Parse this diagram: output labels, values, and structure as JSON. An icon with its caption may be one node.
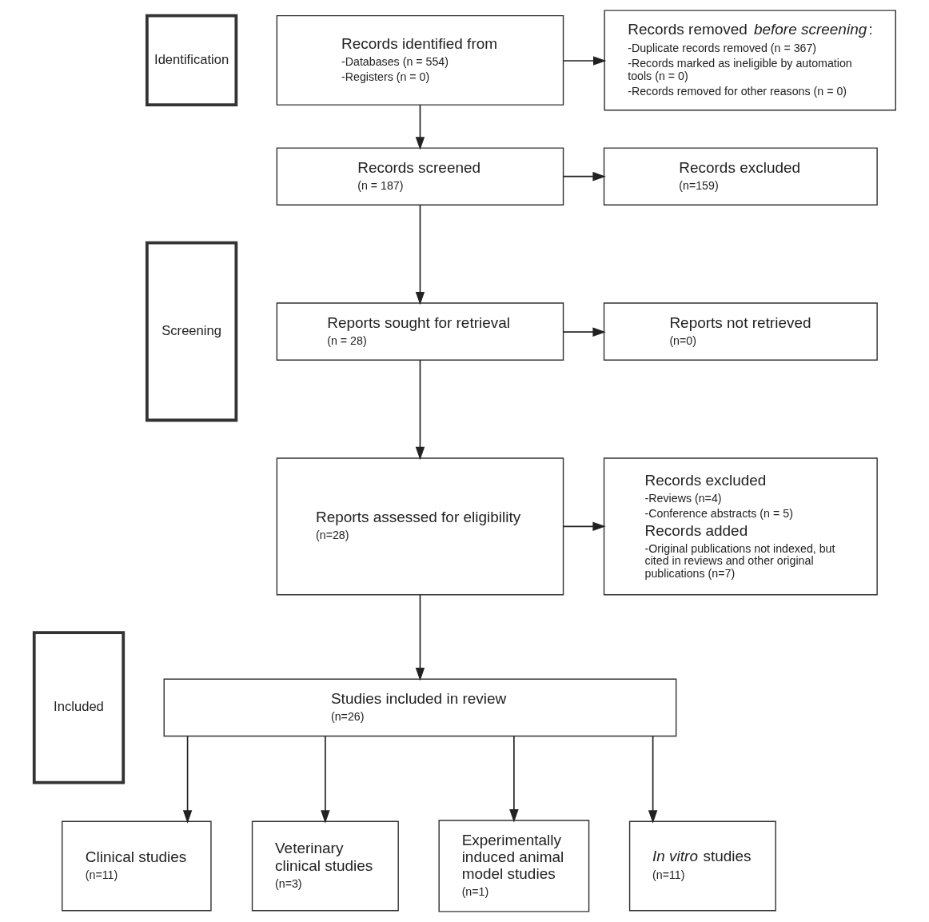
{
  "diagram": {
    "nodes": [
      {
        "text": [
          "Identification"
        ]
      },
      {
        "text": [
          "Records identified from",
          "-Databases (n = 554)",
          "-Registers (n = 0)"
        ]
      },
      {
        "text": [
          "Records removed *before screening*:",
          "-Duplicate records removed (n = 367)",
          "-Records marked as ineligible by automation tools (n = 0)",
          "-Records removed for other reasons (n = 0)"
        ]
      },
      {
        "text": [
          "Screening"
        ]
      },
      {
        "text": [
          "Records screened",
          "(n = 187)"
        ]
      },
      {
        "text": [
          "Records excluded",
          "(n=159)"
        ]
      },
      {
        "text": [
          "Reports sought for retrieval",
          "(n = 28)"
        ]
      },
      {
        "text": [
          "Reports not retrieved",
          "(n=0)"
        ]
      },
      {
        "text": [
          "Reports assessed for eligibility",
          "(n=28)"
        ]
      },
      {
        "text": [
          "Records excluded",
          "-Reviews (n=4)",
          "-Conference abstracts (n = 5)",
          "Records added",
          "-Original publications not indexed, but cited in reviews and other original publications (n=7)"
        ]
      },
      {
        "text": [
          "Included"
        ]
      },
      {
        "text": [
          "Studies included in review",
          "(n=26)"
        ]
      },
      {
        "text": [
          "Clinical studies",
          "(n=11)"
        ]
      },
      {
        "text": [
          "Veterinary clinical studies",
          "(n=3)"
        ]
      },
      {
        "text": [
          "Experimentally induced animal model studies",
          "(n=1)"
        ]
      },
      {
        "text": [
          "*In vitro* studies",
          "(n=11)"
        ]
      }
    ],
    "edges": [
      {
        "from": 1,
        "to": 2,
        "arrow": "to"
      },
      {
        "from": 1,
        "to": 4,
        "arrow": "to"
      },
      {
        "from": 4,
        "to": 5,
        "arrow": "to"
      },
      {
        "from": 4,
        "to": 6,
        "arrow": "to"
      },
      {
        "from": 6,
        "to": 7,
        "arrow": "to"
      },
      {
        "from": 6,
        "to": 8,
        "arrow": "to"
      },
      {
        "from": 8,
        "to": 9,
        "arrow": "to"
      },
      {
        "from": 8,
        "to": 11,
        "arrow": "to"
      },
      {
        "from": 11,
        "to": 12,
        "arrow": "to"
      },
      {
        "from": 11,
        "to": 13,
        "arrow": "to"
      },
      {
        "from": 11,
        "to": 14,
        "arrow": "to"
      },
      {
        "from": 11,
        "to": 15,
        "arrow": "to"
      }
    ]
  }
}
